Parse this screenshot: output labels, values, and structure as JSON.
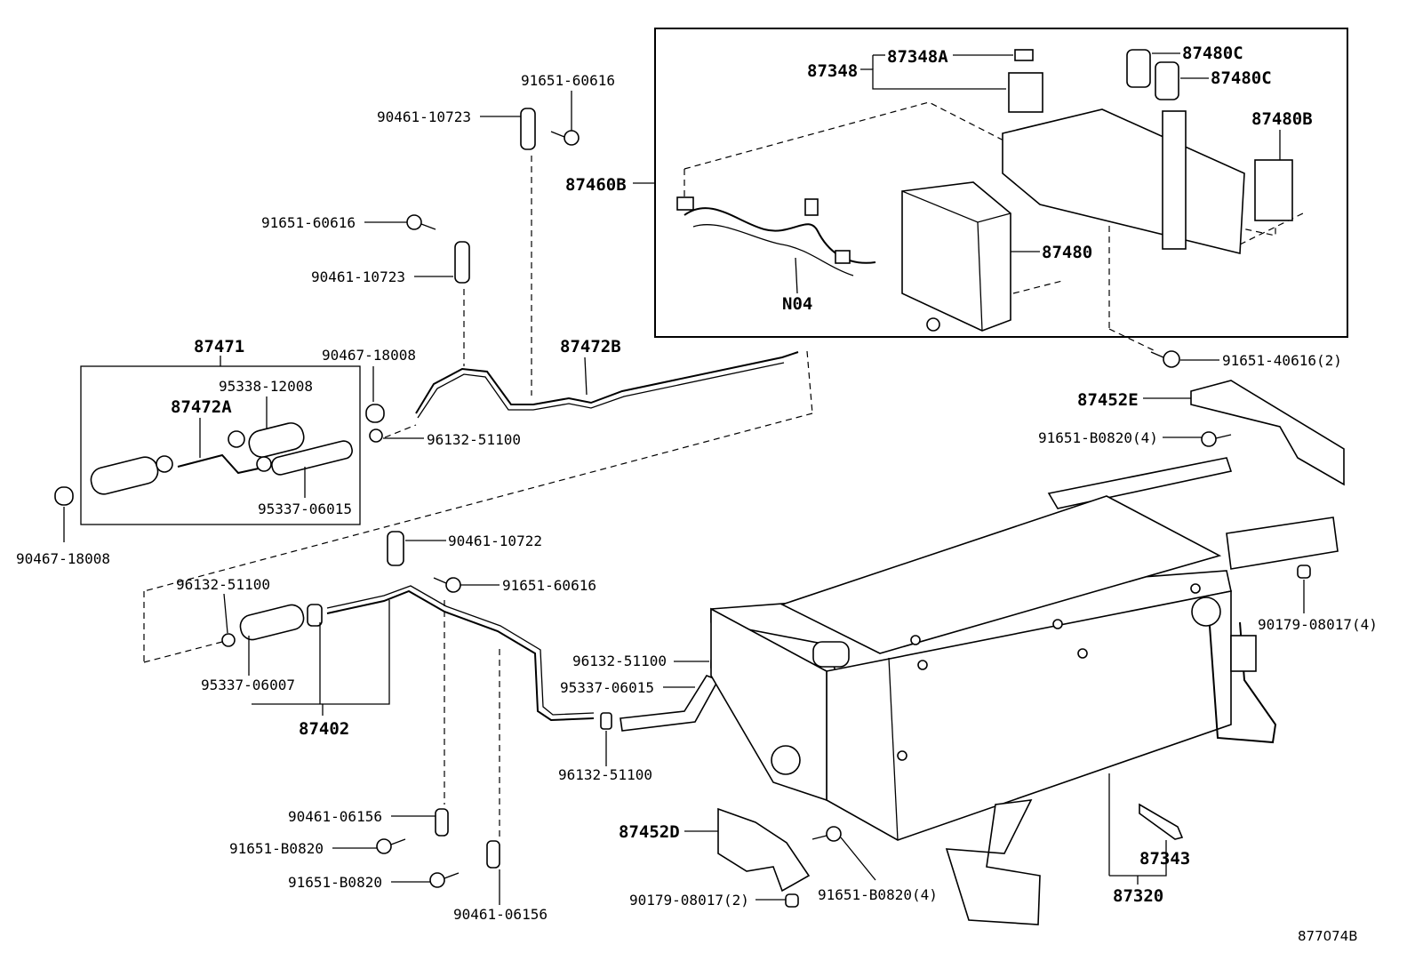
{
  "labels": {
    "l_91651_60616_top": "91651-60616",
    "l_90461_10723_top": "90461-10723",
    "l_91651_60616_mid": "91651-60616",
    "l_90461_10723_mid": "90461-10723",
    "l_87471": "87471",
    "l_90467_18008_a": "90467-18008",
    "l_95338_12008": "95338-12008",
    "l_87472A": "87472A",
    "l_87472B": "87472B",
    "l_96132_51100_a": "96132-51100",
    "l_95337_06015_a": "95337-06015",
    "l_90467_18008_b": "90467-18008",
    "l_90461_10722": "90461-10722",
    "l_91651_60616_low": "91651-60616",
    "l_96132_51100_b": "96132-51100",
    "l_95337_06007": "95337-06007",
    "l_87402": "87402",
    "l_96132_51100_c": "96132-51100",
    "l_95337_06015_b": "95337-06015",
    "l_96132_51100_d": "96132-51100",
    "l_90461_06156_a": "90461-06156",
    "l_91651_B0820_a": "91651-B0820",
    "l_91651_B0820_b": "91651-B0820",
    "l_90461_06156_b": "90461-06156",
    "l_87452D": "87452D",
    "l_90179_08017_2": "90179-08017(2)",
    "l_91651_B0820_4_low": "91651-B0820(4)",
    "l_87343": "87343",
    "l_87320": "87320",
    "l_90179_08017_4": "90179-08017(4)",
    "l_87452E": "87452E",
    "l_91651_B0820_4_up": "91651-B0820(4)",
    "l_91651_40616_2": "91651-40616(2)",
    "l_87348": "87348",
    "l_87348A": "87348A",
    "l_87480C_a": "87480C",
    "l_87480C_b": "87480C",
    "l_87480B": "87480B",
    "l_87460B": "87460B",
    "l_87480": "87480",
    "l_N04": "N04",
    "ref_code": "877074B"
  },
  "colors": {
    "line": "#000000",
    "background": "#ffffff"
  }
}
